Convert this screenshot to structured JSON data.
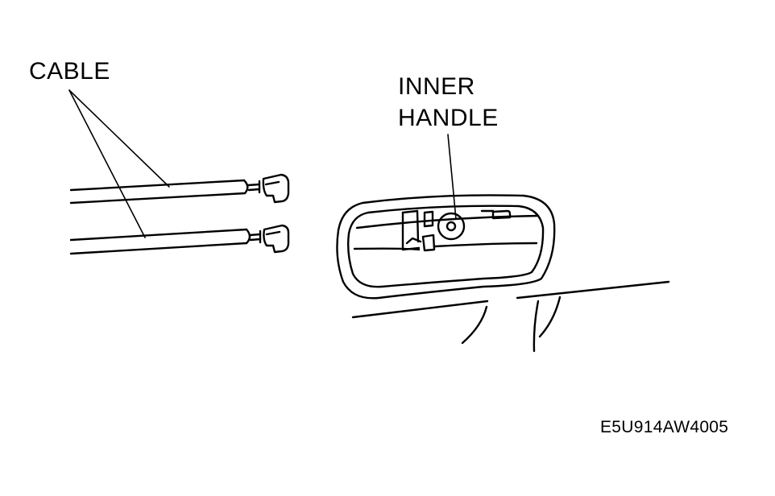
{
  "labels": {
    "cable": "CABLE",
    "inner_handle_line1": "INNER",
    "inner_handle_line2": "HANDLE"
  },
  "figure_code": "E5U914AW4005",
  "colors": {
    "line": "#000000",
    "background": "#ffffff"
  }
}
